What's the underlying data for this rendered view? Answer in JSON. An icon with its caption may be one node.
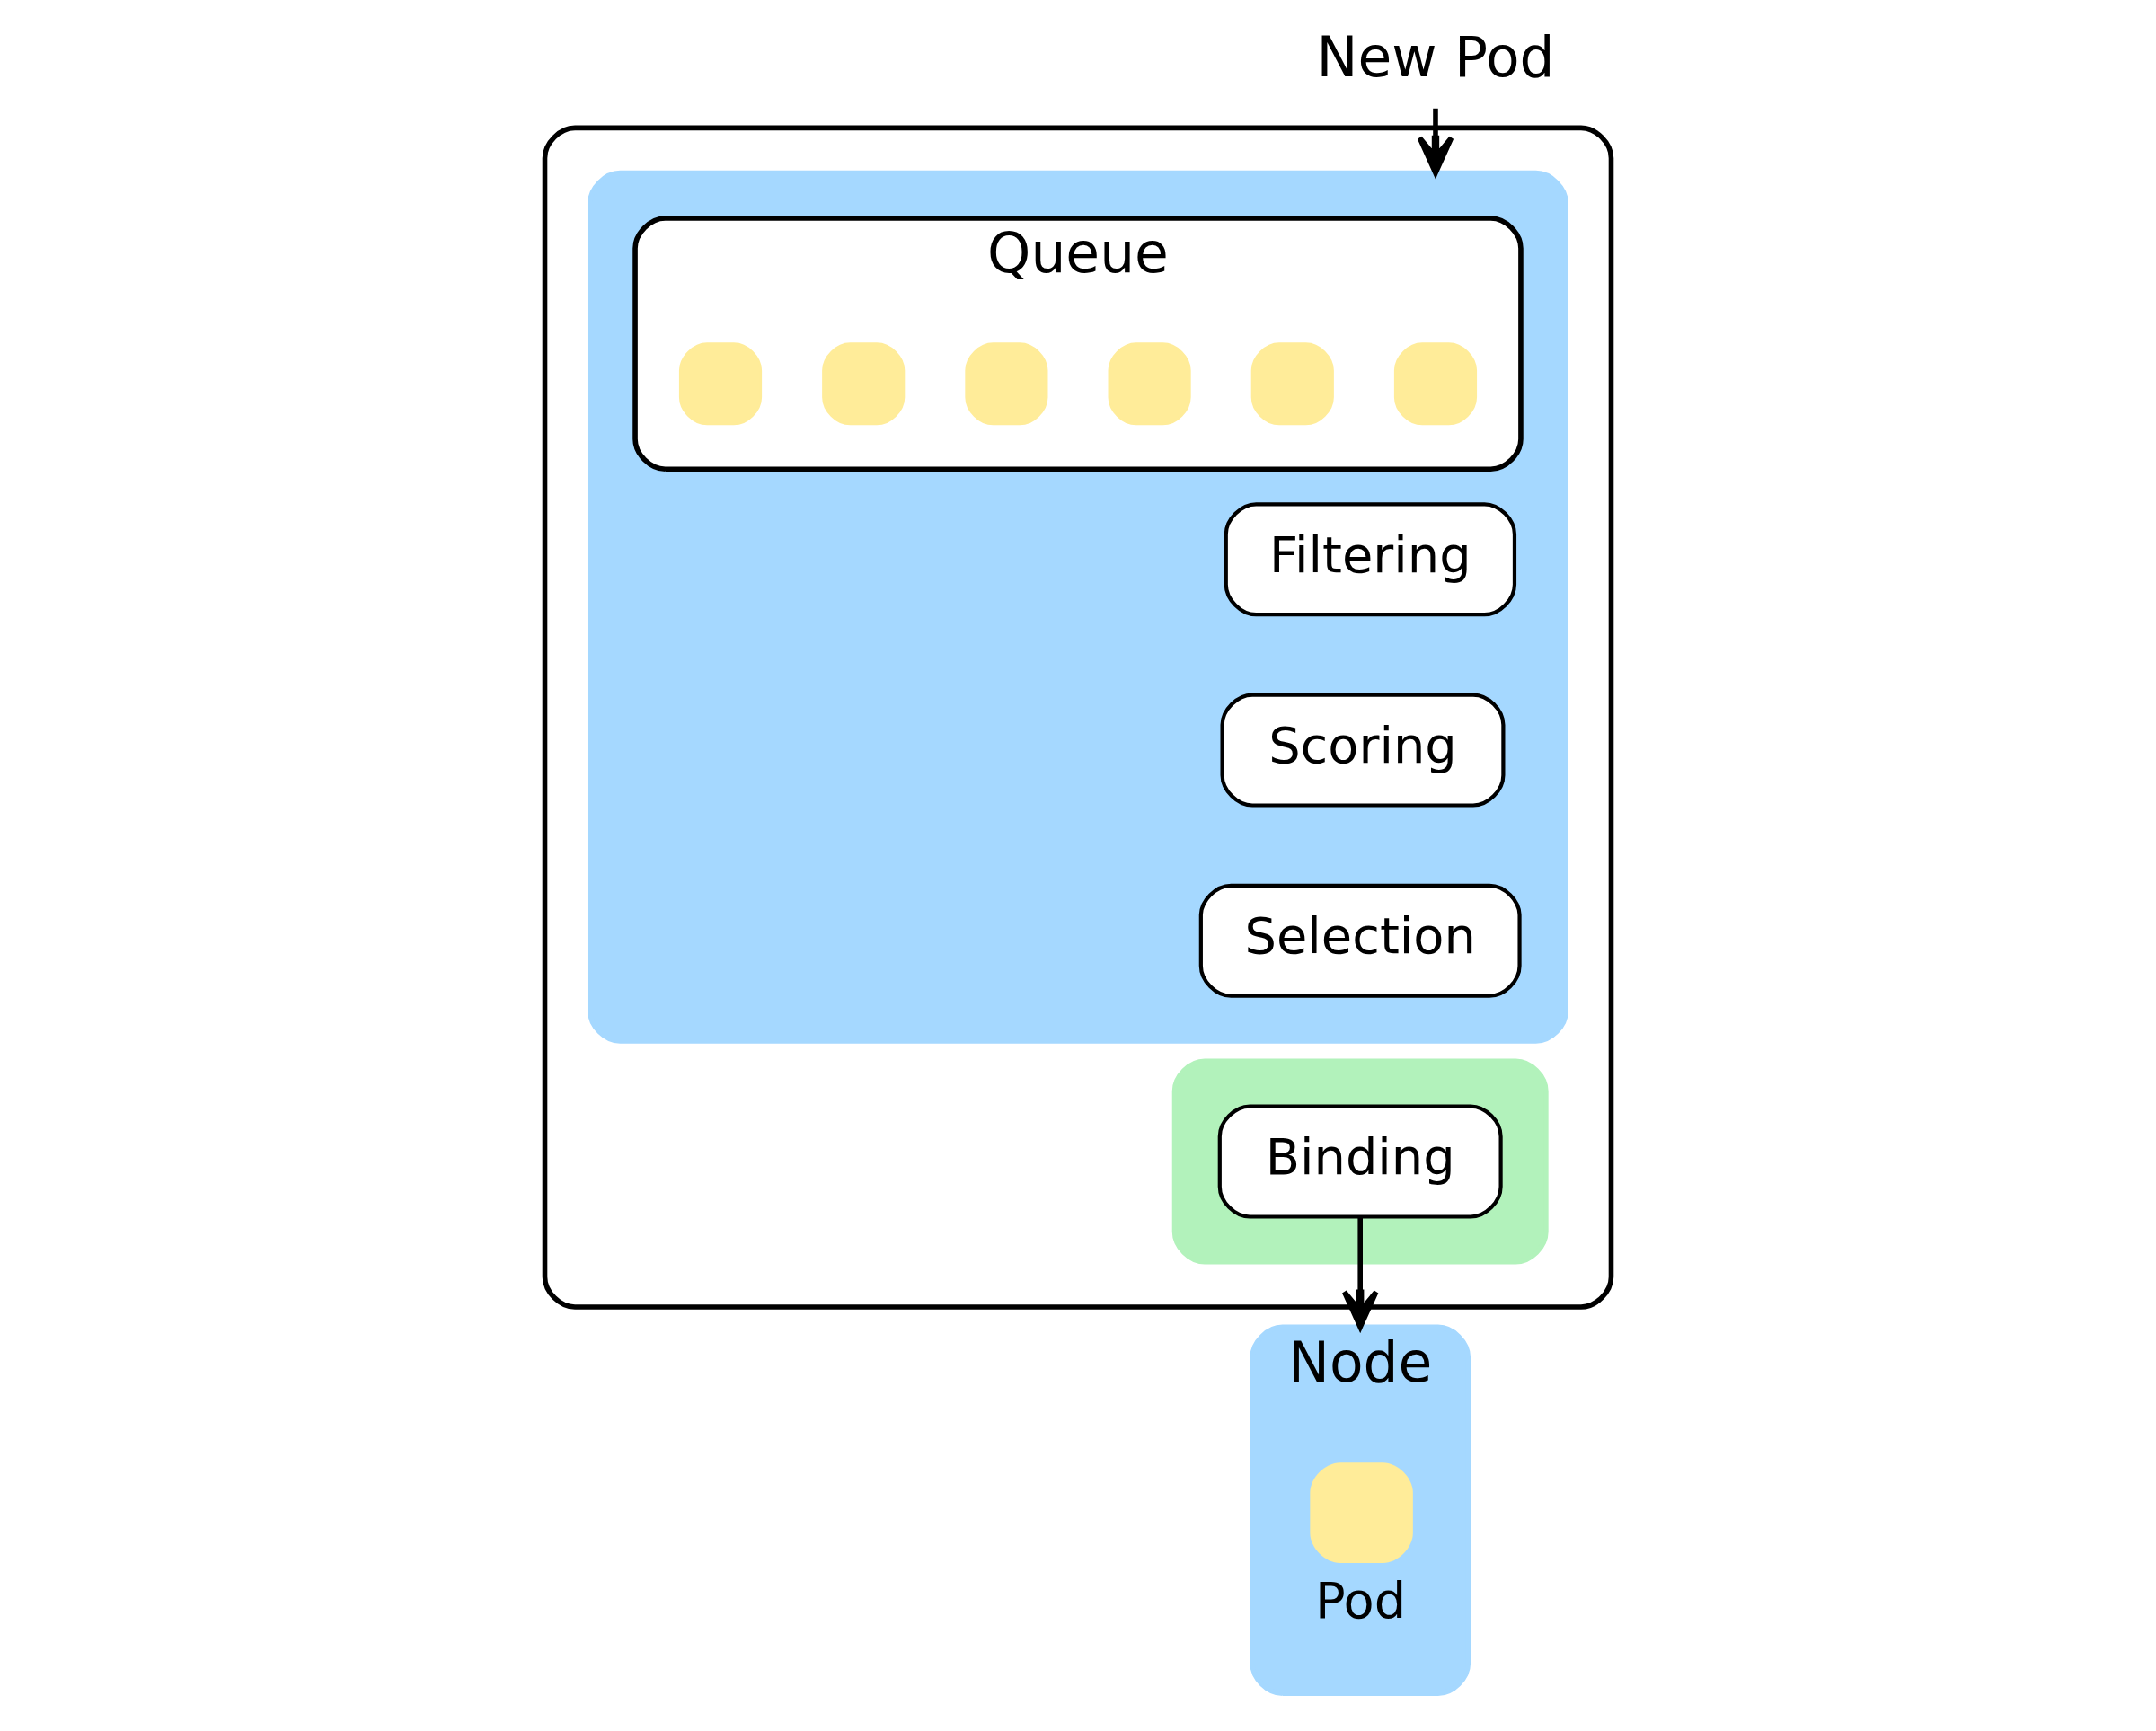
{
  "diagram": {
    "nodes": [
      {
        "text": [],
        "shape": "box"
      },
      {
        "text": [],
        "shape": "box",
        "in": 0
      },
      {
        "text": [
          "Queue"
        ],
        "in": 1
      },
      {
        "text": [],
        "shape": "box",
        "in": 2
      },
      {
        "text": [],
        "shape": "box",
        "in": 2
      },
      {
        "text": [],
        "shape": "box",
        "in": 2
      },
      {
        "text": [],
        "shape": "box",
        "in": 2
      },
      {
        "text": [],
        "shape": "box",
        "in": 2
      },
      {
        "text": [],
        "shape": "box",
        "in": 2
      },
      {
        "text": [
          "Filtering"
        ],
        "in": 1
      },
      {
        "text": [
          "Scoring"
        ],
        "in": 1
      },
      {
        "text": [
          "Selection"
        ],
        "in": 1
      },
      {
        "text": [],
        "shape": "box",
        "in": 0
      },
      {
        "text": [
          "Binding"
        ],
        "in": 12
      },
      {
        "text": [
          "New Pod"
        ]
      },
      {
        "text": [
          "Node"
        ]
      },
      {
        "text": [],
        "shape": "box",
        "in": 15,
        "beside": [
          "Pod"
        ]
      }
    ],
    "edges": [
      {
        "from": 14,
        "to": 1,
        "arrow": "to"
      },
      {
        "from": 13,
        "to": 15,
        "arrow": "to"
      }
    ]
  }
}
